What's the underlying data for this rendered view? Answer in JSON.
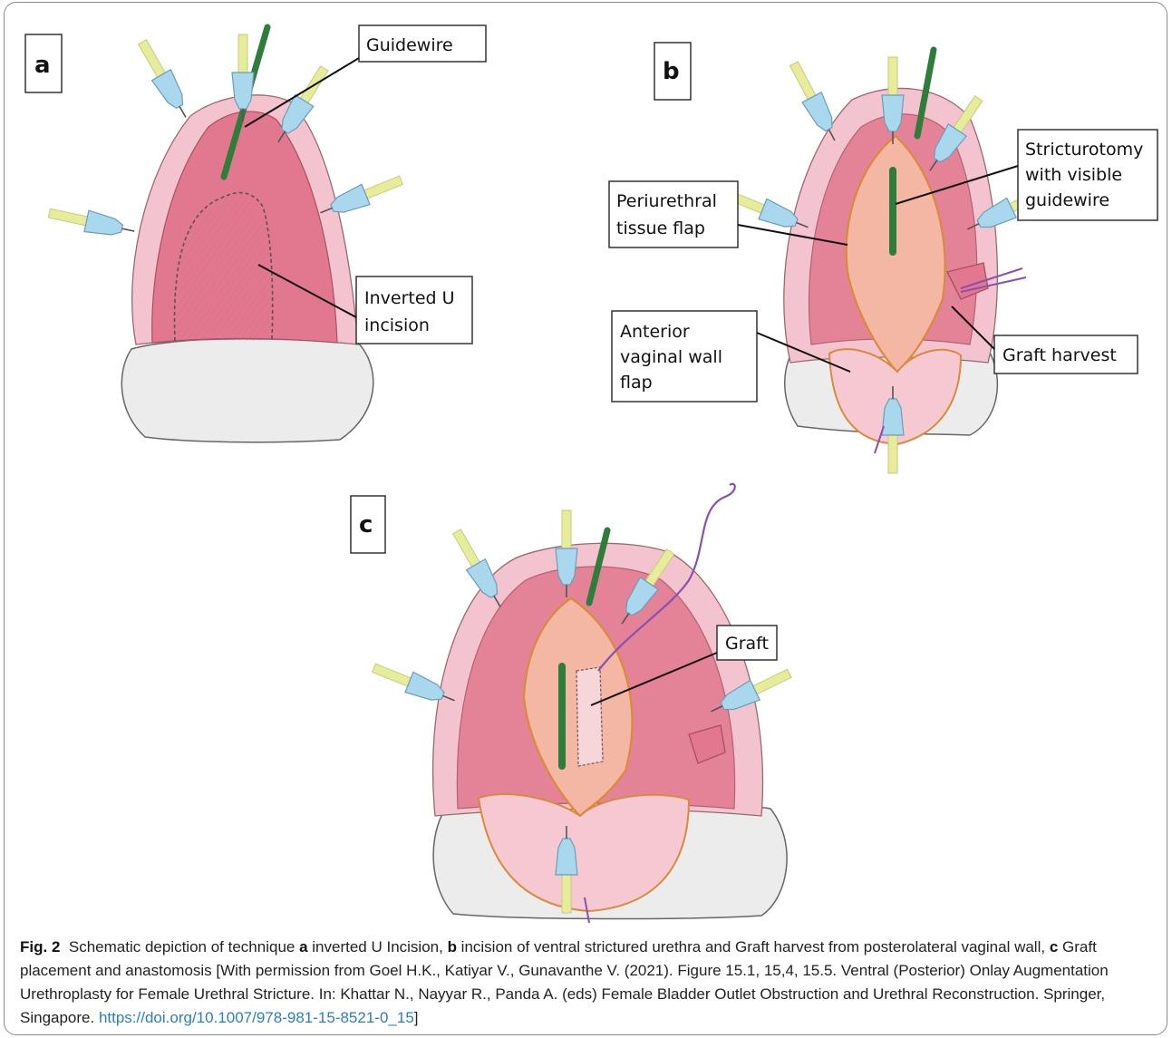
{
  "panels": {
    "a": {
      "letter": "a",
      "guidewire_label": "Guidewire",
      "incision_label": [
        "Inverted U",
        "incision"
      ]
    },
    "b": {
      "letter": "b",
      "stricturotomy_label": [
        "Stricturotomy",
        "with visible",
        "guidewire"
      ],
      "periurethral_label": [
        "Periurethral",
        "tissue flap"
      ],
      "vaginal_wall_label": [
        "Anterior",
        "vaginal wall",
        "flap"
      ],
      "graft_harvest_label": "Graft harvest"
    },
    "c": {
      "letter": "c",
      "graft_label": "Graft"
    }
  },
  "caption": {
    "fig_label": "Fig. 2",
    "t1": "Schematic depiction of technique ",
    "a": "a",
    "t2": " inverted U Incision, ",
    "b": "b",
    "t3": " incision of ventral strictured urethra and Graft harvest from posterolateral vaginal wall, ",
    "c": "c",
    "t4": " Graft placement and anastomosis [With permission from Goel H.K., Katiyar V., Gunavanthe V. (2021). Figure 15.1, 15,4, 15.5. Ventral (Posterior) Onlay Augmentation Urethroplasty for Female Urethral Stricture. In: Khattar N., Nayyar R., Panda A. (eds) Female Bladder Outlet Obstruction and Urethral Reconstruction. Springer, Singapore. ",
    "link": "https://doi.org/10.1007/978-981-15-8521-0_15",
    "t5": "]"
  },
  "colors": {
    "tissue": "#e2788f",
    "tissue_light": "#f3c4cf",
    "flap_outline": "#d98a3a",
    "guidewire": "#2f7d3a",
    "retractor_tip": "#a9d8ee",
    "retractor_arm": "#e7ec9a",
    "suture": "#8a4fb0",
    "skin_gray": "#ececec"
  }
}
